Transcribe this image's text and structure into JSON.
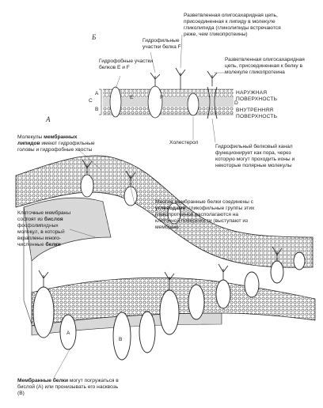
{
  "panels": {
    "a": "А",
    "b": "Б"
  },
  "top_diagram": {
    "branched_lipid": "Разветвленная олигосахаридная цепь, присоединенная к липиду в молекуле гликолипида (гликолипиды встречаются реже, чем гликопротеины)",
    "hydrophilic_F": "Гидрофильные участки белка F",
    "hydrophobic_EF": "Гидрофобные участки белков E и F",
    "branched_protein": "Разветвленная олигосахаридная цепь, присоединенная к белку в молекуле гликопротеина",
    "outer_surface": "НАРУЖНАЯ ПОВЕРХНОСТЬ",
    "inner_surface": "ВНУТРЕННЯЯ ПОВЕРХНОСТЬ",
    "cholesterol": "Холестерол",
    "channel": "Гидрофильный белковый канал функционирует как пора, через которую могут проходить ионы и некоторые полярные молекулы",
    "letters": {
      "A": "A",
      "B": "B",
      "C": "C",
      "D": "D",
      "E": "E",
      "F": "F"
    }
  },
  "main_diagram": {
    "lipids_label_bold": "мембранных липидов",
    "lipids_label_pre": "Молекулы ",
    "lipids_label_post": " имеют гидрофильные головы и гидрофобные хвосты",
    "carbs_pre": "Многие мембранные белки соединены с ",
    "carbs_bold": "углеводами",
    "carbs_post": "; гликофильные группы этих гликопротеинов располагаются на клеточной поверхности (выступают из мембран)",
    "membrane_pre": "Клеточные мембраны состоят из ",
    "membrane_bold1": "бислоя",
    "membrane_mid": " фосфолипидных молекул, в который вкраплены много-численные ",
    "membrane_bold2": "белки",
    "proteins_bold": "Мембранные белки",
    "proteins_post": " могут погружаться в бислой (A) или пронизывать его насквозь (B)",
    "letters": {
      "A": "A",
      "B": "B"
    }
  }
}
